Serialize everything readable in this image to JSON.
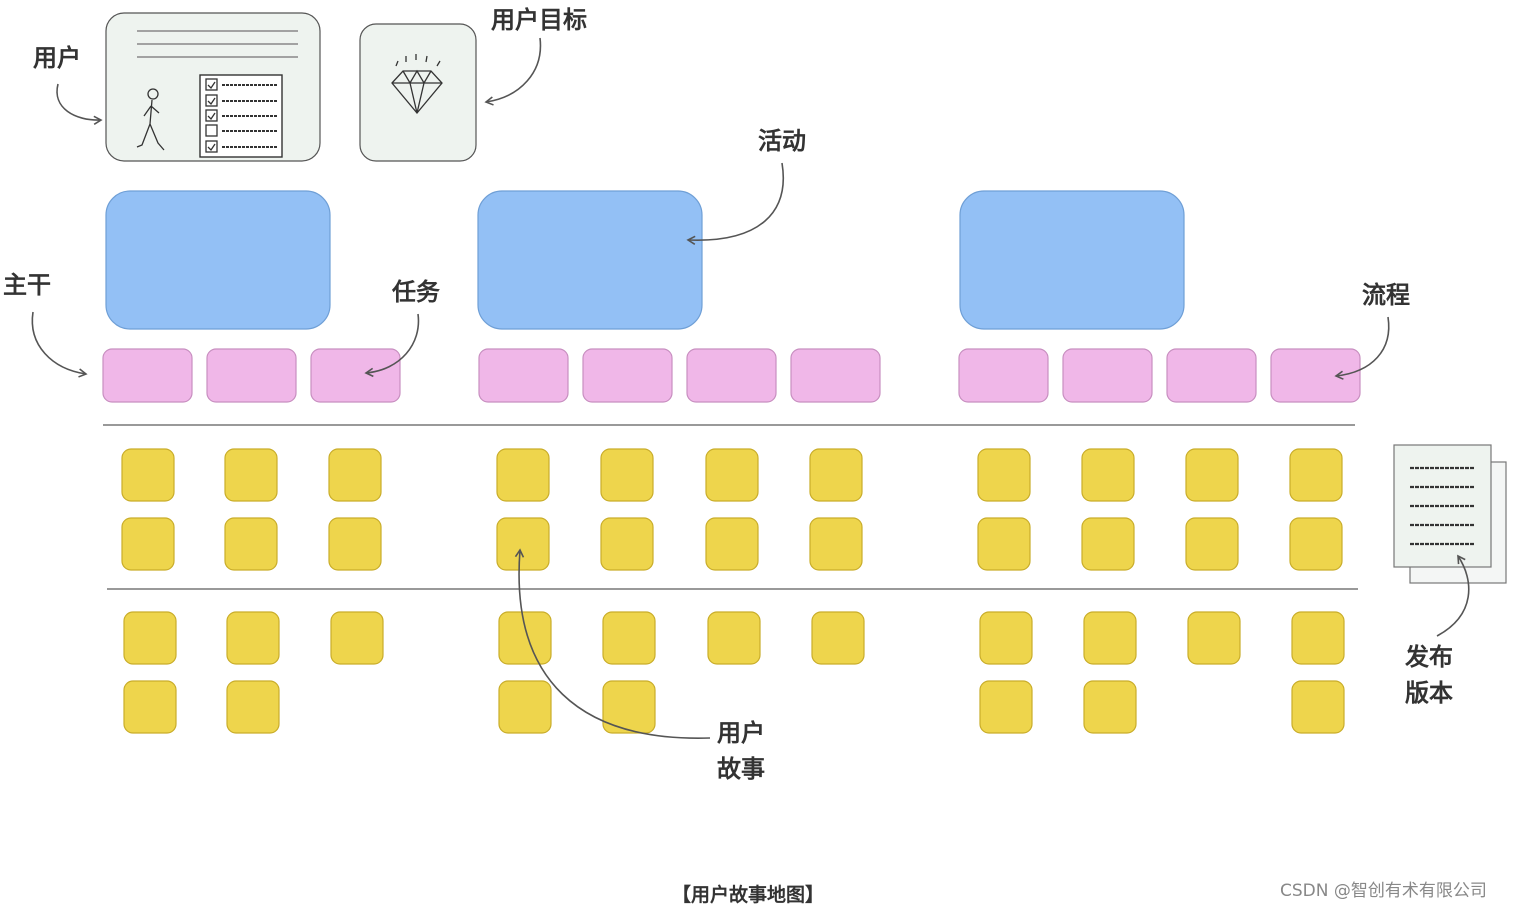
{
  "labels": {
    "user": "用户",
    "user_goal": "用户目标",
    "activity": "活动",
    "backbone": "主干",
    "task": "任务",
    "flow": "流程",
    "release_line1": "发布",
    "release_line2": "版本",
    "story_line1": "用户",
    "story_line2": "故事"
  },
  "caption": "【用户故事地图】",
  "watermark": "CSDN @智创有术有限公司",
  "colors": {
    "activity": "#93c0f5",
    "task": "#f0b7e8",
    "story": "#eed54c",
    "divider": "#999999",
    "card": "#eef3ef"
  },
  "activities": [
    {
      "task_count": 3,
      "story_rows": [
        [
          1,
          1,
          1
        ],
        [
          1,
          1,
          1
        ]
      ],
      "release_rows": [
        [
          1,
          1,
          1
        ],
        [
          1,
          1,
          0
        ]
      ]
    },
    {
      "task_count": 4,
      "story_rows": [
        [
          1,
          1,
          1,
          1
        ],
        [
          1,
          1,
          1,
          1
        ]
      ],
      "release_rows": [
        [
          1,
          1,
          1,
          1
        ],
        [
          1,
          1,
          0,
          0
        ]
      ]
    },
    {
      "task_count": 4,
      "story_rows": [
        [
          1,
          1,
          1,
          1
        ],
        [
          1,
          1,
          1,
          1
        ]
      ],
      "release_rows": [
        [
          1,
          1,
          1,
          1
        ],
        [
          1,
          1,
          0,
          1
        ]
      ]
    }
  ]
}
